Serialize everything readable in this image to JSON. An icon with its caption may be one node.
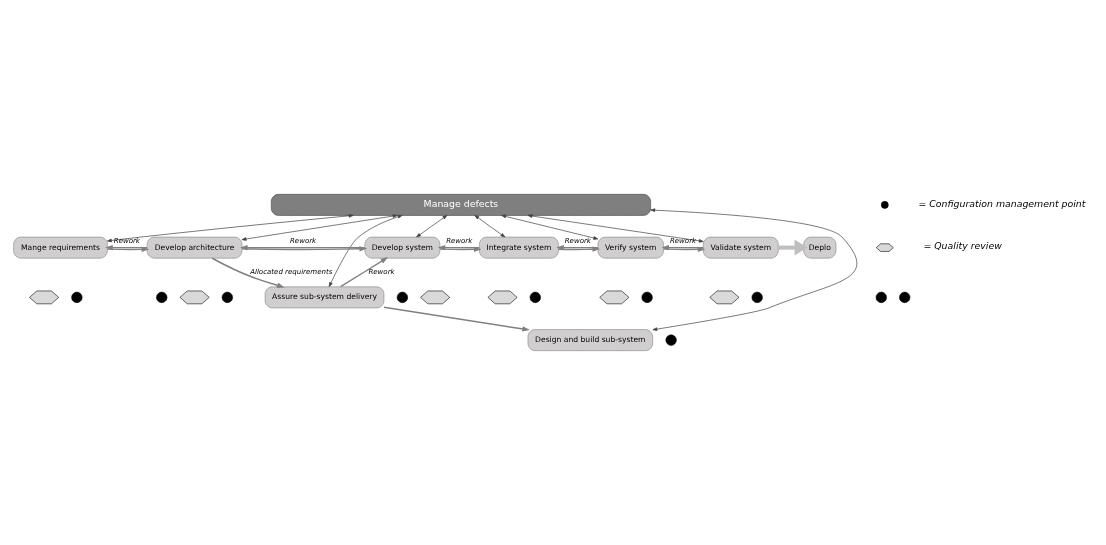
{
  "diagram": {
    "nodes": [
      {
        "text": [
          "Manage defects"
        ]
      },
      {
        "text": [
          "Mange requirements"
        ]
      },
      {
        "text": [
          "Develop architecture"
        ]
      },
      {
        "text": [
          "Develop system"
        ]
      },
      {
        "text": [
          "Integrate system"
        ]
      },
      {
        "text": [
          "Verify system"
        ]
      },
      {
        "text": [
          "Validate system"
        ]
      },
      {
        "text": [
          "Deplo"
        ]
      },
      {
        "text": [
          "Assure sub-system delivery"
        ]
      },
      {
        "text": [
          "Design and build sub-system"
        ]
      },
      {
        "text": [],
        "shape": "hexagon"
      },
      {
        "text": [],
        "shape": "hexagon"
      },
      {
        "text": [],
        "shape": "hexagon"
      },
      {
        "text": [],
        "shape": "hexagon"
      },
      {
        "text": [],
        "shape": "hexagon"
      },
      {
        "text": [],
        "shape": "hexagon"
      },
      {
        "text": [],
        "shape": "circle"
      },
      {
        "text": [],
        "shape": "circle"
      },
      {
        "text": [],
        "shape": "circle"
      },
      {
        "text": [],
        "shape": "circle"
      },
      {
        "text": [],
        "shape": "circle"
      },
      {
        "text": [],
        "shape": "circle"
      },
      {
        "text": [],
        "shape": "circle"
      },
      {
        "text": [],
        "shape": "circle"
      },
      {
        "text": [],
        "shape": "circle"
      },
      {
        "text": [],
        "shape": "circle"
      }
    ],
    "edges": [
      {
        "from": 0,
        "to": 1,
        "arrow": "both",
        "color": "#404040"
      },
      {
        "from": 0,
        "to": 2,
        "arrow": "both",
        "color": "#404040"
      },
      {
        "from": 0,
        "to": 3,
        "arrow": "both",
        "color": "#404040"
      },
      {
        "from": 0,
        "to": 4,
        "arrow": "both",
        "color": "#404040"
      },
      {
        "from": 0,
        "to": 5,
        "arrow": "both",
        "color": "#404040"
      },
      {
        "from": 0,
        "to": 6,
        "arrow": "both",
        "color": "#404040"
      },
      {
        "from": 0,
        "to": 8,
        "arrow": "both",
        "color": "#404040"
      },
      {
        "from": 0,
        "to": 9,
        "arrow": "both",
        "color": "#404040"
      },
      {
        "from": 1,
        "to": 2,
        "arrow": "to"
      },
      {
        "from": 2,
        "to": 3,
        "arrow": "to"
      },
      {
        "from": 3,
        "to": 4,
        "arrow": "to"
      },
      {
        "from": 4,
        "to": 5,
        "arrow": "to"
      },
      {
        "from": 5,
        "to": 6,
        "arrow": "to"
      },
      {
        "from": 6,
        "to": 7,
        "arrow": "to",
        "style": "thick"
      },
      {
        "from": 2,
        "to": 1,
        "arrow": "to",
        "label": "Rework"
      },
      {
        "from": 3,
        "to": 2,
        "arrow": "to",
        "label": "Rework"
      },
      {
        "from": 4,
        "to": 3,
        "arrow": "to",
        "label": "Rework"
      },
      {
        "from": 5,
        "to": 4,
        "arrow": "to",
        "label": "Rework"
      },
      {
        "from": 6,
        "to": 5,
        "arrow": "to",
        "label": "Rework"
      },
      {
        "from": 2,
        "to": 8,
        "arrow": "to",
        "label": "Allocated requirements"
      },
      {
        "from": 8,
        "to": 3,
        "arrow": "to",
        "label": "Rework"
      },
      {
        "from": 8,
        "to": 9,
        "arrow": "to"
      }
    ],
    "legend": [
      {
        "text": "= Configuration management point"
      },
      {
        "text": "= Quality review"
      }
    ]
  }
}
